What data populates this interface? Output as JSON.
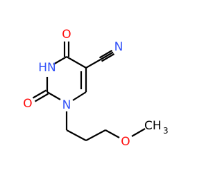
{
  "molecule": {
    "atoms": {
      "O_top": "O",
      "N_cyano": "N",
      "HN": "HN",
      "O_left": "O",
      "N_ring": "N",
      "O_ether": "O",
      "CH3_main": "CH",
      "CH3_sub": "3"
    }
  },
  "colors": {
    "bond": "#000000",
    "oxygen": "#ff0d0d",
    "nitrogen": "#3050f8",
    "carbon": "#000000"
  }
}
